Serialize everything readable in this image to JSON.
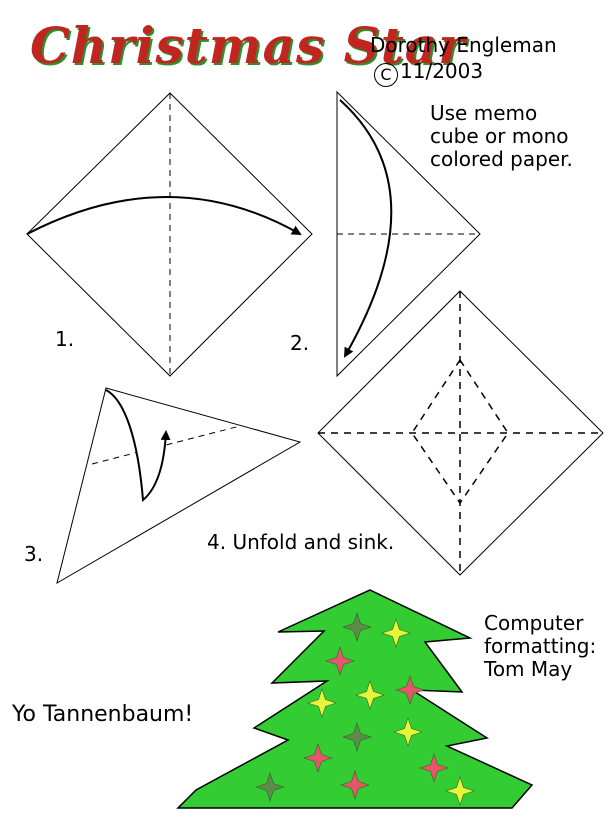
{
  "title": "Christmas Star",
  "author": "Dorothy Engleman",
  "copyright": {
    "symbol": "C",
    "date": "11/2003"
  },
  "paper_note": "Use memo\ncube or mono\ncolored paper.",
  "steps": [
    {
      "label": "1."
    },
    {
      "label": "2."
    },
    {
      "label": "3."
    },
    {
      "label": "4. Unfold and sink."
    }
  ],
  "formatting_credit": "Computer\nformatting:\nTom May",
  "slogan": "Yo Tannenbaum!",
  "colors": {
    "tree_fill": "#33cc33",
    "tree_stroke": "#000000",
    "ornament_light": "#e6f43a",
    "ornament_red": "#e8556a",
    "ornament_dark": "#5f8a4a",
    "title_red": "#c0261f",
    "title_green": "#2f8f2f"
  }
}
